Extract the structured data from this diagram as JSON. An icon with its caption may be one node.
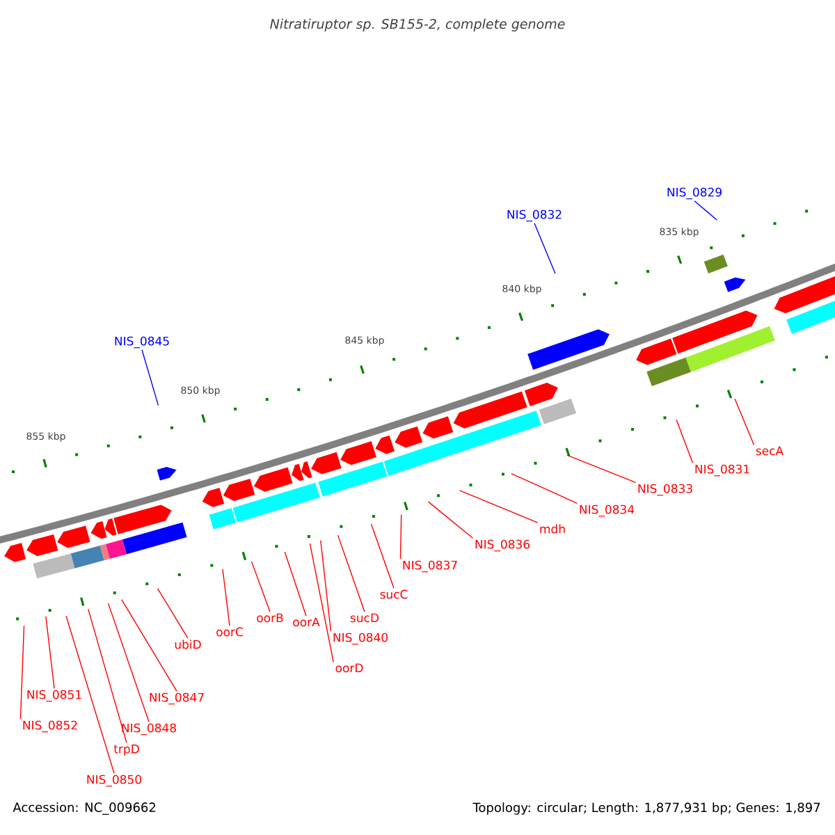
{
  "diagram": {
    "title": "Nitratiruptor sp. SB155-2, complete genome",
    "nodes": [
      {
        "text": [
          "NIS_0829"
        ]
      },
      {
        "text": [
          "NIS_0832"
        ]
      },
      {
        "text": [
          "NIS_0845"
        ]
      },
      {
        "text": [
          "secA"
        ]
      },
      {
        "text": [
          "NIS_0831"
        ]
      },
      {
        "text": [
          "NIS_0833"
        ]
      },
      {
        "text": [
          "NIS_0834"
        ]
      },
      {
        "text": [
          "mdh"
        ]
      },
      {
        "text": [
          "NIS_0836"
        ]
      },
      {
        "text": [
          "NIS_0837"
        ]
      },
      {
        "text": [
          "sucC"
        ]
      },
      {
        "text": [
          "sucD"
        ]
      },
      {
        "text": [
          "oorB"
        ]
      },
      {
        "text": [
          "oorA"
        ]
      },
      {
        "text": [
          "oorC"
        ]
      },
      {
        "text": [
          "NIS_0840"
        ]
      },
      {
        "text": [
          "ubiD"
        ]
      },
      {
        "text": [
          "oorD"
        ]
      },
      {
        "text": [
          "NIS_0847"
        ]
      },
      {
        "text": [
          "NIS_0851"
        ]
      },
      {
        "text": [
          "NIS_0852"
        ]
      },
      {
        "text": [
          "NIS_0848"
        ]
      },
      {
        "text": [
          "trpD"
        ]
      },
      {
        "text": [
          "NIS_0850"
        ]
      }
    ],
    "edges": [
      {
        "from": 0,
        "to": null,
        "arrow": "none",
        "color": "#0000ff"
      },
      {
        "from": 1,
        "to": null,
        "arrow": "none",
        "color": "#0000ff"
      },
      {
        "from": 2,
        "to": null,
        "arrow": "none",
        "color": "#0000ff"
      },
      {
        "from": 3,
        "to": null,
        "arrow": "none"
      },
      {
        "from": 4,
        "to": null,
        "arrow": "none"
      },
      {
        "from": 5,
        "to": null,
        "arrow": "none"
      },
      {
        "from": 6,
        "to": null,
        "arrow": "none"
      },
      {
        "from": 7,
        "to": null,
        "arrow": "none"
      },
      {
        "from": 8,
        "to": null,
        "arrow": "none"
      },
      {
        "from": 9,
        "to": null,
        "arrow": "none"
      },
      {
        "from": 10,
        "to": null,
        "arrow": "none"
      },
      {
        "from": 11,
        "to": null,
        "arrow": "none"
      },
      {
        "from": 12,
        "to": null,
        "arrow": "none"
      },
      {
        "from": 13,
        "to": null,
        "arrow": "none"
      },
      {
        "from": 14,
        "to": null,
        "arrow": "none"
      },
      {
        "from": 15,
        "to": null,
        "arrow": "none"
      },
      {
        "from": 16,
        "to": null,
        "arrow": "none"
      },
      {
        "from": 17,
        "to": null,
        "arrow": "none"
      },
      {
        "from": 18,
        "to": null,
        "arrow": "none"
      },
      {
        "from": 19,
        "to": null,
        "arrow": "none"
      },
      {
        "from": 20,
        "to": null,
        "arrow": "none"
      },
      {
        "from": 21,
        "to": null,
        "arrow": "none"
      },
      {
        "from": 22,
        "to": null,
        "arrow": "none"
      },
      {
        "from": 23,
        "to": null,
        "arrow": "none"
      }
    ],
    "labels": [
      "835 kbp",
      "840 kbp",
      "845 kbp",
      "850 kbp",
      "855 kbp",
      "Accession: NC_009662",
      "Topology: circular; Length: 1,877,931 bp; Genes: 1,897"
    ]
  }
}
